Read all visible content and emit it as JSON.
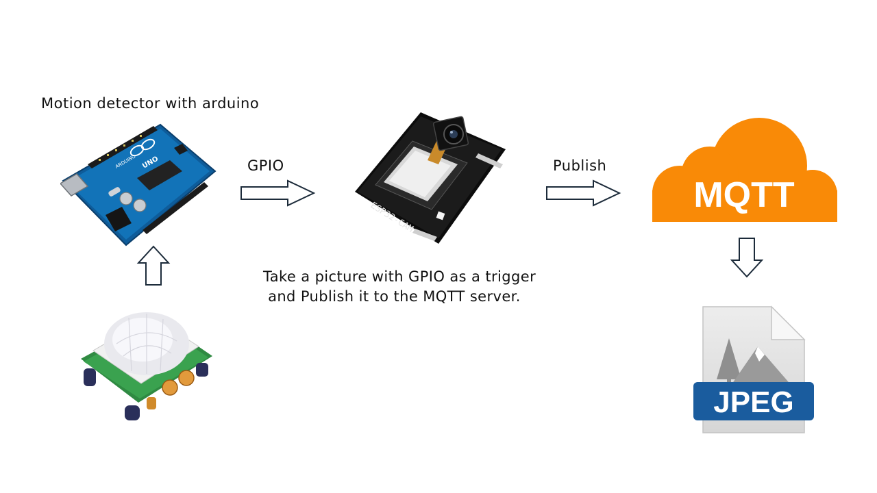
{
  "labels": {
    "motion_title": "Motion detector with arduino",
    "gpio": "GPIO",
    "publish": "Publish",
    "caption_line1": "Take a picture with GPIO as a trigger",
    "caption_line2": " and Publish it to the MQTT server."
  },
  "arduino": {
    "board_text": "UNO",
    "brand_text": "ARDUINO"
  },
  "esp32": {
    "board_text": "ESP32-CAM"
  },
  "mqtt": {
    "text": "MQTT",
    "color": "#F98A07"
  },
  "jpeg": {
    "text": "JPEG",
    "banner_color": "#1A5C9E"
  },
  "arrow_color": "#1C2B3A",
  "icons": [
    "arduino-board-icon",
    "esp32-cam-icon",
    "mqtt-cloud-icon",
    "jpeg-file-icon",
    "pir-sensor-icon",
    "arrow-right-icon",
    "arrow-up-icon",
    "arrow-down-icon"
  ]
}
